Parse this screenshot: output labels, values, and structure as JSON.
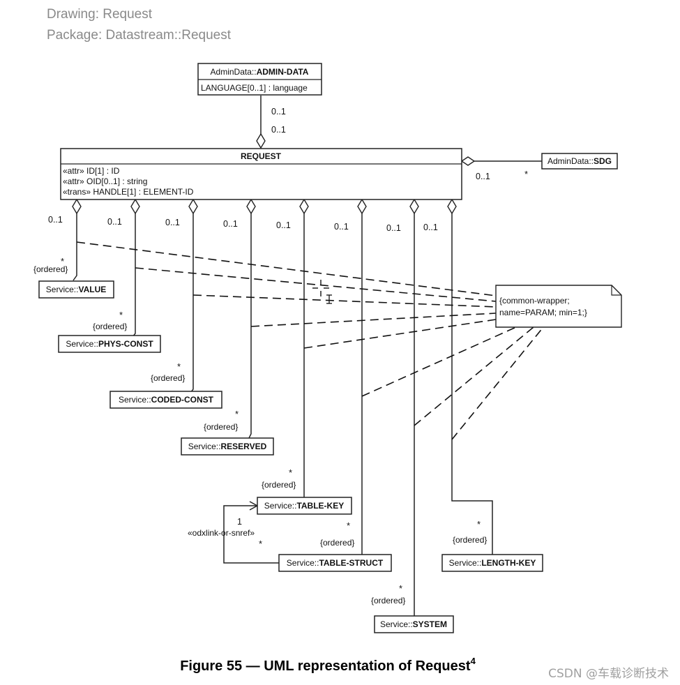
{
  "header": {
    "drawing": "Drawing: Request",
    "package": "Package: Datastream::Request"
  },
  "classes": {
    "admin_data": {
      "prefix": "AdminData::",
      "name": "ADMIN-DATA",
      "attribute": "LANGUAGE[0..1] : language"
    },
    "request": {
      "name": "REQUEST",
      "attributes": [
        "«attr» ID[1] : ID",
        "«attr» OID[0..1] : string",
        "«trans» HANDLE[1] : ELEMENT-ID"
      ]
    },
    "sdg": {
      "prefix": "AdminData::",
      "name": "SDG"
    },
    "services": [
      {
        "prefix": "Service::",
        "name": "VALUE"
      },
      {
        "prefix": "Service::",
        "name": "PHYS-CONST"
      },
      {
        "prefix": "Service::",
        "name": "CODED-CONST"
      },
      {
        "prefix": "Service::",
        "name": "RESERVED"
      },
      {
        "prefix": "Service::",
        "name": "TABLE-KEY"
      },
      {
        "prefix": "Service::",
        "name": "TABLE-STRUCT"
      },
      {
        "prefix": "Service::",
        "name": "SYSTEM"
      },
      {
        "prefix": "Service::",
        "name": "LENGTH-KEY"
      }
    ]
  },
  "note": {
    "line1": "{common-wrapper;",
    "line2": "name=PARAM; min=1;}"
  },
  "multiplicities": {
    "admin_upper": "0..1",
    "admin_lower": "0..1",
    "sdg": "0..1",
    "sdg_star": "*",
    "service_source": [
      "0..1",
      "0..1",
      "0..1",
      "0..1",
      "0..1",
      "0..1",
      "0..1",
      "0..1"
    ],
    "star": "*",
    "ordered": "{ordered}",
    "self_link_one": "1",
    "self_link_stereotype": "«odxlink-or-snref»"
  },
  "caption": {
    "text": "Figure 55 — UML representation of Request",
    "superscript": "4"
  },
  "watermark": "CSDN @车载诊断技术"
}
